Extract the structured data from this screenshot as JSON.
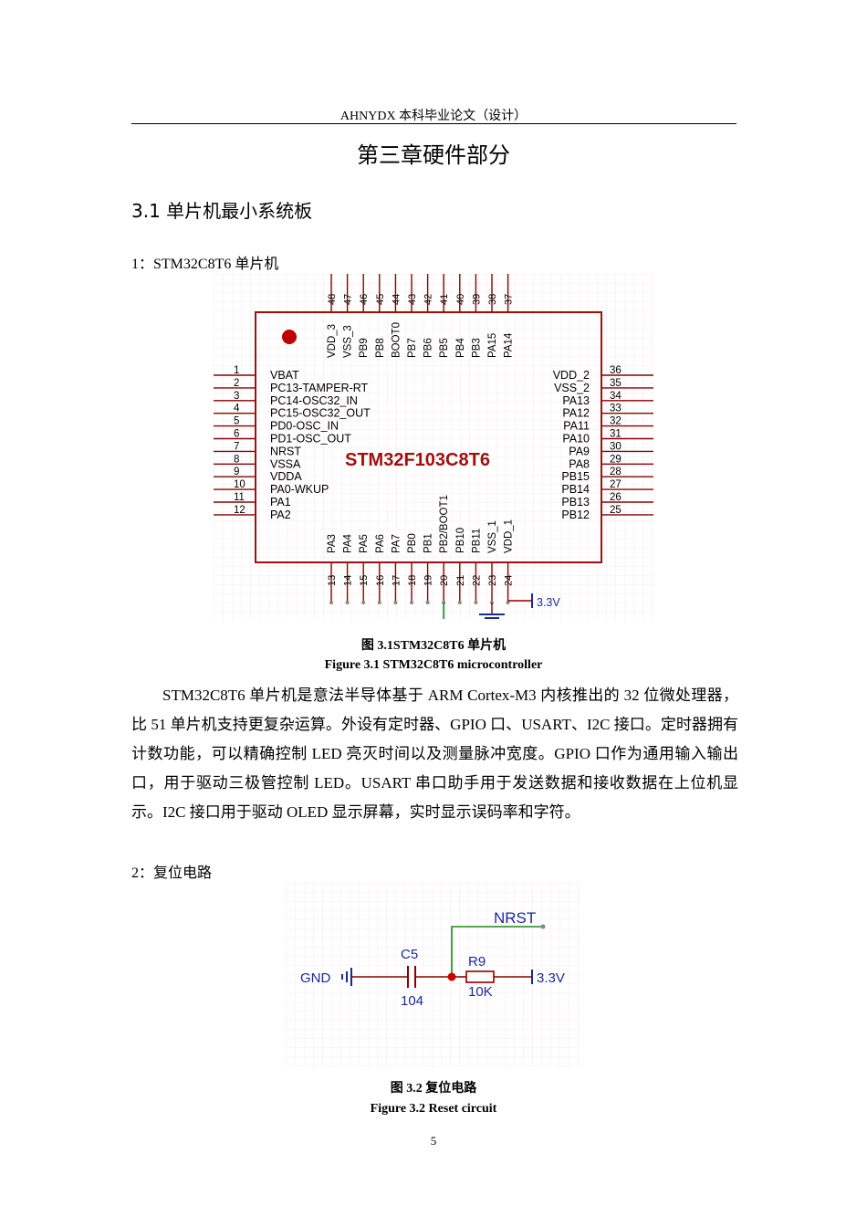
{
  "header": {
    "text": "AHNYDX 本科毕业论文（设计）"
  },
  "chapter_title": "第三章硬件部分",
  "section_title": "3.1 单片机最小系统板",
  "item1_label": "1：STM32C8T6 单片机",
  "figure1": {
    "chip_name": "STM32F103C8T6",
    "power_label": "3.3V",
    "top_pins": [
      {
        "num": "48",
        "name": "VDD_3"
      },
      {
        "num": "47",
        "name": "VSS_3"
      },
      {
        "num": "46",
        "name": "PB9"
      },
      {
        "num": "45",
        "name": "PB8"
      },
      {
        "num": "44",
        "name": "BOOT0"
      },
      {
        "num": "43",
        "name": "PB7"
      },
      {
        "num": "42",
        "name": "PB6"
      },
      {
        "num": "41",
        "name": "PB5"
      },
      {
        "num": "40",
        "name": "PB4"
      },
      {
        "num": "39",
        "name": "PB3"
      },
      {
        "num": "38",
        "name": "PA15"
      },
      {
        "num": "37",
        "name": "PA14"
      }
    ],
    "left_pins": [
      {
        "num": "1",
        "name": "VBAT"
      },
      {
        "num": "2",
        "name": "PC13-TAMPER-RT"
      },
      {
        "num": "3",
        "name": "PC14-OSC32_IN"
      },
      {
        "num": "4",
        "name": "PC15-OSC32_OUT"
      },
      {
        "num": "5",
        "name": "PD0-OSC_IN"
      },
      {
        "num": "6",
        "name": "PD1-OSC_OUT"
      },
      {
        "num": "7",
        "name": "NRST"
      },
      {
        "num": "8",
        "name": "VSSA"
      },
      {
        "num": "9",
        "name": "VDDA"
      },
      {
        "num": "10",
        "name": "PA0-WKUP"
      },
      {
        "num": "11",
        "name": "PA1"
      },
      {
        "num": "12",
        "name": "PA2"
      }
    ],
    "right_pins": [
      {
        "num": "36",
        "name": "VDD_2"
      },
      {
        "num": "35",
        "name": "VSS_2"
      },
      {
        "num": "34",
        "name": "PA13"
      },
      {
        "num": "33",
        "name": "PA12"
      },
      {
        "num": "32",
        "name": "PA11"
      },
      {
        "num": "31",
        "name": "PA10"
      },
      {
        "num": "30",
        "name": "PA9"
      },
      {
        "num": "29",
        "name": "PA8"
      },
      {
        "num": "28",
        "name": "PB15"
      },
      {
        "num": "27",
        "name": "PB14"
      },
      {
        "num": "26",
        "name": "PB13"
      },
      {
        "num": "25",
        "name": "PB12"
      }
    ],
    "bottom_pins": [
      {
        "num": "13",
        "name": "PA3"
      },
      {
        "num": "14",
        "name": "PA4"
      },
      {
        "num": "15",
        "name": "PA5"
      },
      {
        "num": "16",
        "name": "PA6"
      },
      {
        "num": "17",
        "name": "PA7"
      },
      {
        "num": "18",
        "name": "PB0"
      },
      {
        "num": "19",
        "name": "PB1"
      },
      {
        "num": "20",
        "name": "PB2/BOOT1"
      },
      {
        "num": "21",
        "name": "PB10"
      },
      {
        "num": "22",
        "name": "PB11"
      },
      {
        "num": "23",
        "name": "VSS_1"
      },
      {
        "num": "24",
        "name": "VDD_1"
      }
    ],
    "caption_cn": "图  3.1STM32C8T6 单片机",
    "caption_en": "Figure 3.1 STM32C8T6 microcontroller"
  },
  "paragraph1": "STM32C8T6 单片机是意法半导体基于 ARM  Cortex-M3 内核推出的 32 位微处理器，比 51 单片机支持更复杂运算。外设有定时器、GPIO 口、USART、I2C 接口。定时器拥有计数功能，可以精确控制 LED 亮灭时间以及测量脉冲宽度。GPIO 口作为通用输入输出口，用于驱动三极管控制 LED。USART 串口助手用于发送数据和接收数据在上位机显示。I2C 接口用于驱动 OLED 显示屏幕，实时显示误码率和字符。",
  "item2_label": "2：复位电路",
  "figure2": {
    "nrst": "NRST",
    "c5": "C5",
    "c5_value": "104",
    "r9": "R9",
    "r9_value": "10K",
    "gnd": "GND",
    "vcc": "3.3V",
    "caption_cn": "图  3.2 复位电路",
    "caption_en": "Figure 3.2 Reset circuit"
  },
  "page_number": "5"
}
